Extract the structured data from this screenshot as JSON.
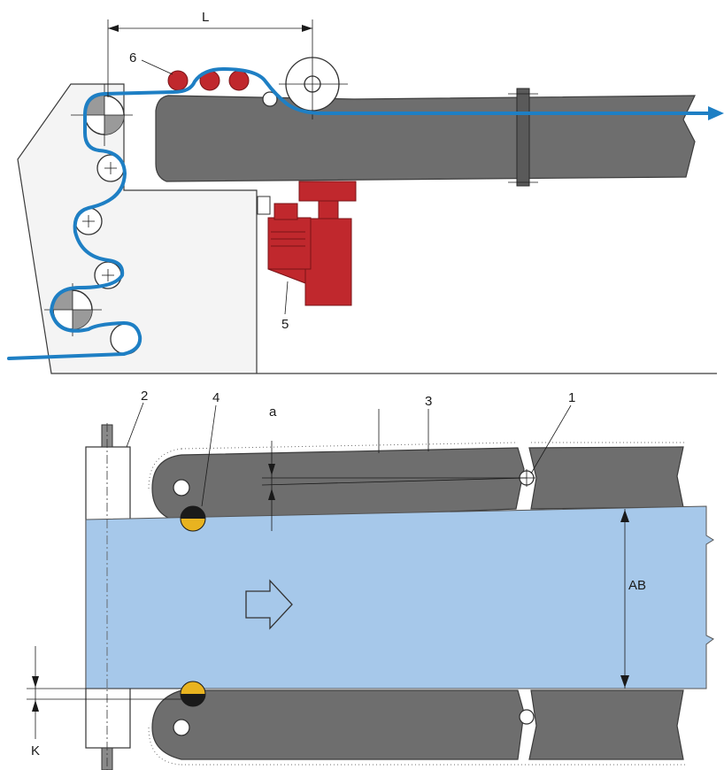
{
  "labels": {
    "top_dimension": "L",
    "part_6": "6",
    "part_5": "5",
    "part_2": "2",
    "part_4": "4",
    "dimension_a": "a",
    "part_3": "3",
    "part_1": "1",
    "dimension_ab": "AB",
    "dimension_k": "K"
  },
  "colors": {
    "conveyor_gray": "#6e6e6e",
    "belt_blue": "#1e7fc4",
    "web_light_blue": "#a6c8ea",
    "drive_red": "#c0282d",
    "sensor_yellow": "#e8b320"
  },
  "icons": {
    "flow_arrow": "hollow-right-arrow",
    "belt_arrow": "arrow-right"
  }
}
